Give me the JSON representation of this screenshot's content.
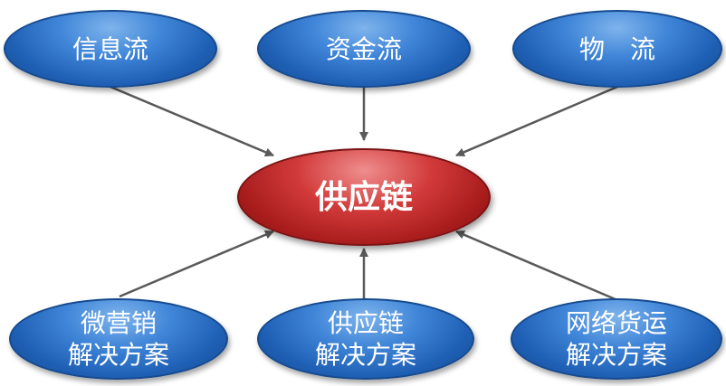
{
  "center": {
    "label": "供应链"
  },
  "top": [
    {
      "label": "信息流"
    },
    {
      "label": "资金流"
    },
    {
      "label": "物　流"
    }
  ],
  "bottom": [
    {
      "line1": "微营销",
      "line2": "解决方案"
    },
    {
      "line1": "供应链",
      "line2": "解决方案"
    },
    {
      "line1": "网络货运",
      "line2": "解决方案"
    }
  ],
  "colors": {
    "node_blue": "#2f6fc4",
    "center_red": "#c42a2a",
    "arrow": "#595959"
  }
}
